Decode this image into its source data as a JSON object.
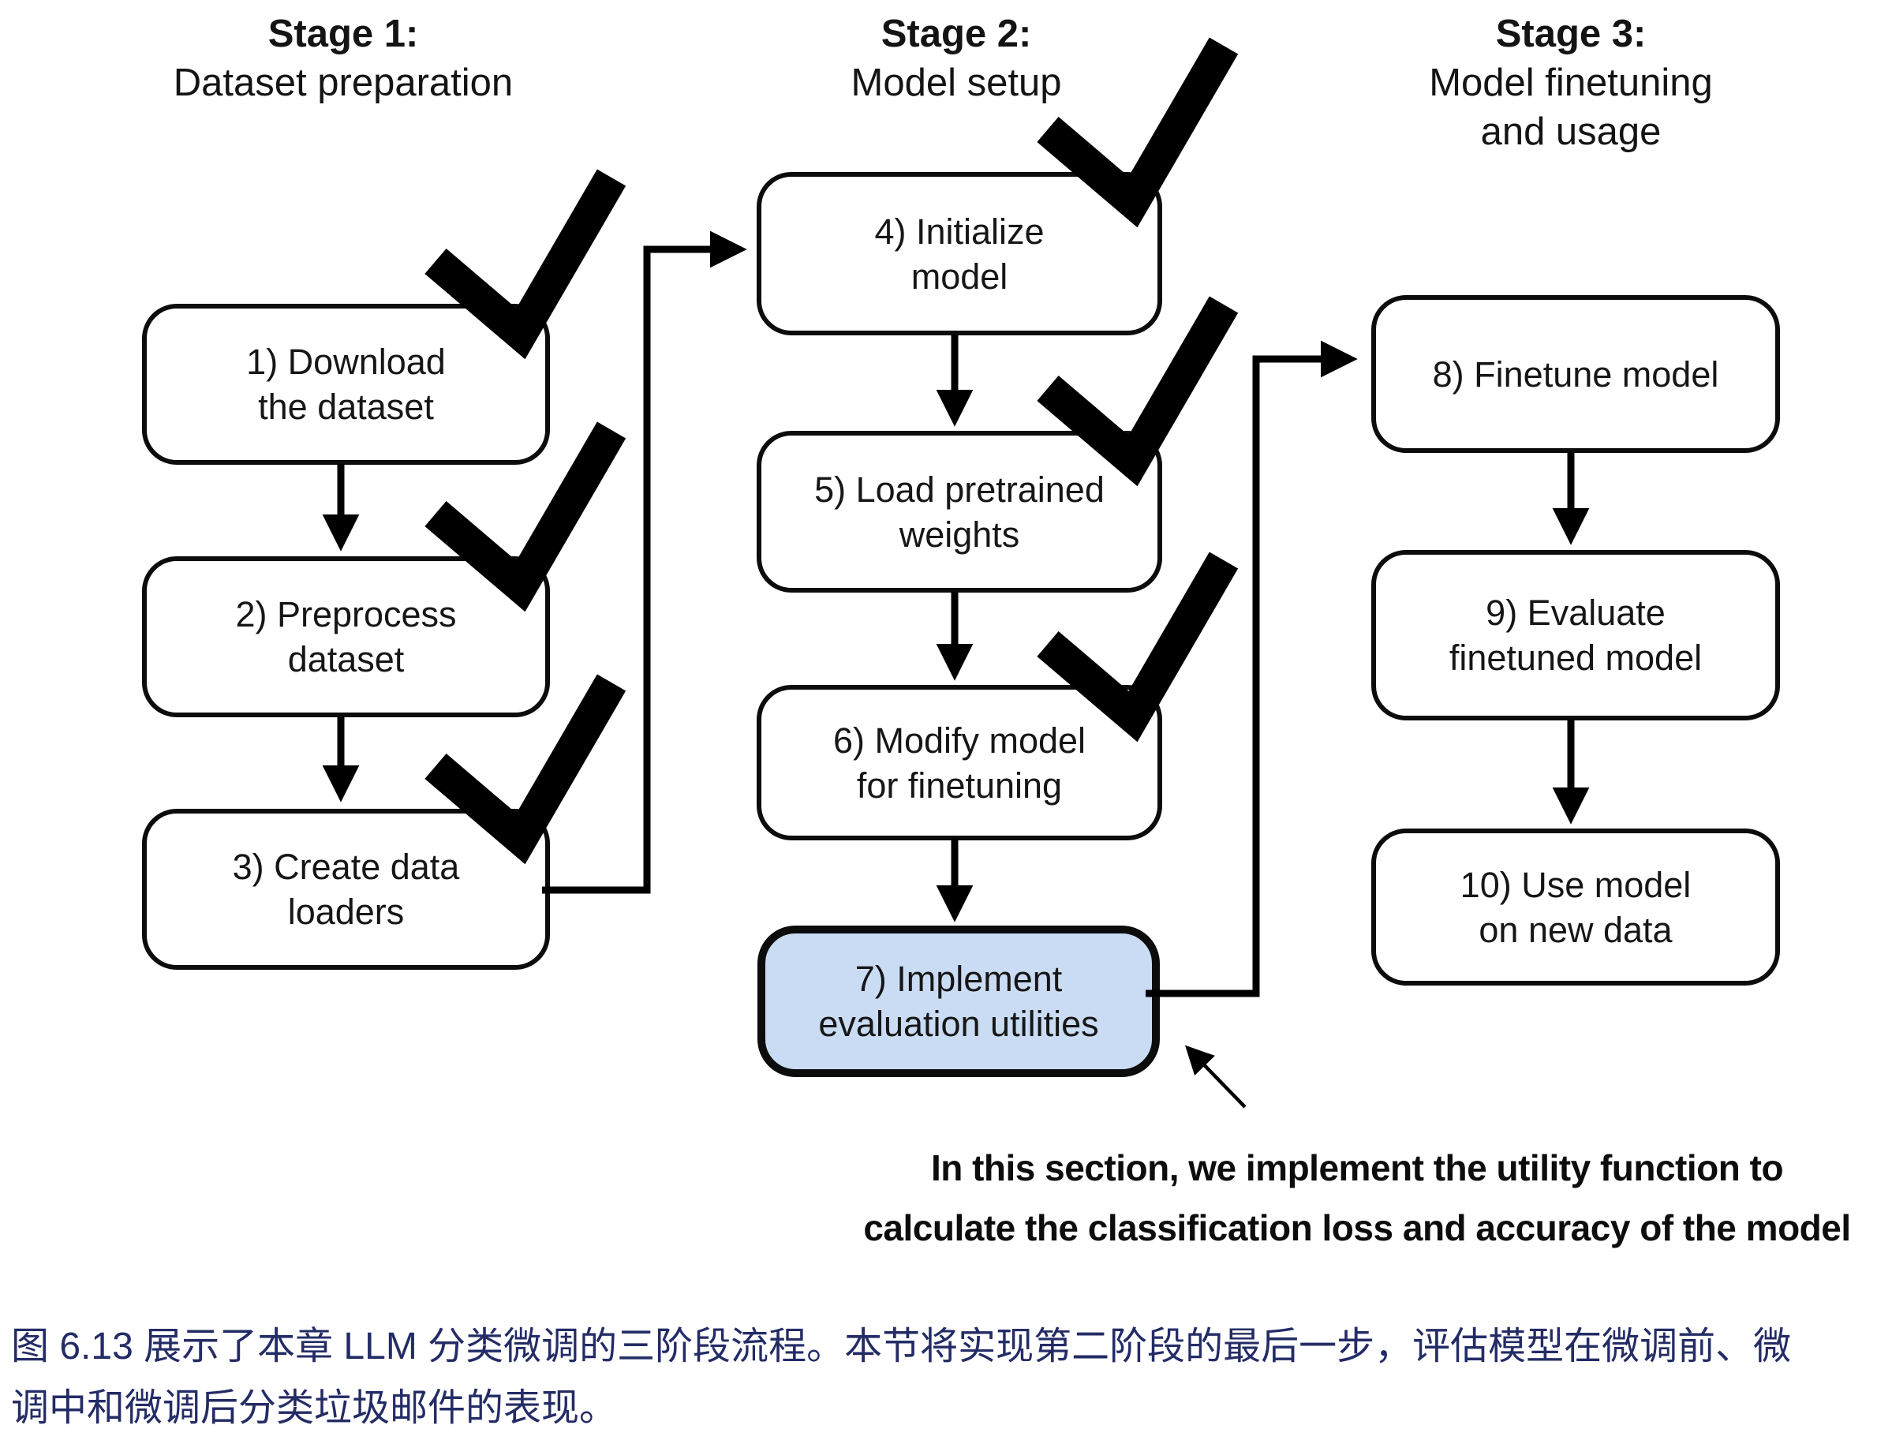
{
  "figure": {
    "stages": [
      {
        "title": "Stage 1:",
        "subtitle_lines": [
          "Dataset preparation"
        ]
      },
      {
        "title": "Stage 2:",
        "subtitle_lines": [
          "Model setup"
        ]
      },
      {
        "title": "Stage 3:",
        "subtitle_lines": [
          "Model finetuning",
          "and usage"
        ]
      }
    ],
    "boxes": [
      {
        "num": "1",
        "lines": [
          "1) Download",
          "the dataset"
        ],
        "checked": true,
        "highlighted": false
      },
      {
        "num": "2",
        "lines": [
          "2) Preprocess",
          "dataset"
        ],
        "checked": true,
        "highlighted": false
      },
      {
        "num": "3",
        "lines": [
          "3) Create data",
          "loaders"
        ],
        "checked": true,
        "highlighted": false
      },
      {
        "num": "4",
        "lines": [
          "4) Initialize",
          "model"
        ],
        "checked": true,
        "highlighted": false
      },
      {
        "num": "5",
        "lines": [
          "5) Load pretrained",
          "weights"
        ],
        "checked": true,
        "highlighted": false
      },
      {
        "num": "6",
        "lines": [
          "6) Modify model",
          "for finetuning"
        ],
        "checked": true,
        "highlighted": false
      },
      {
        "num": "7",
        "lines": [
          "7) Implement",
          "evaluation utilities"
        ],
        "checked": false,
        "highlighted": true
      },
      {
        "num": "8",
        "lines": [
          "8) Finetune model"
        ],
        "checked": false,
        "highlighted": false
      },
      {
        "num": "9",
        "lines": [
          "9) Evaluate",
          "finetuned model"
        ],
        "checked": false,
        "highlighted": false
      },
      {
        "num": "10",
        "lines": [
          "10) Use model",
          "on new data"
        ],
        "checked": false,
        "highlighted": false
      }
    ],
    "annotation": {
      "lines": [
        "In this section, we implement the utility function to",
        "calculate the classification loss and accuracy of the model"
      ]
    },
    "caption": {
      "lines": [
        "图 6.13 展示了本章 LLM 分类微调的三阶段流程。本节将实现第二阶段的最后一步，评估模型在微调前、微",
        "调中和微调后分类垃圾邮件的表现。"
      ]
    },
    "colors": {
      "highlight_fill": "#cadcf4",
      "box_border": "#0c0c0c",
      "caption_text": "#242c66",
      "diagram_ink": "#000000"
    }
  }
}
